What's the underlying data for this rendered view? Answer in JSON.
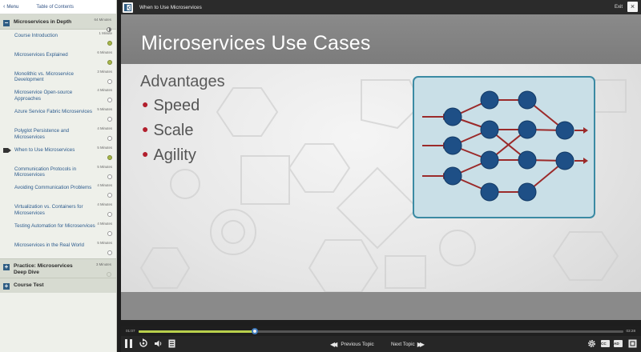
{
  "sidebar": {
    "top_links": [
      "Menu",
      "Table of Contents"
    ],
    "section": {
      "title": "Microservices in Depth",
      "minutes": "64 Minutes",
      "toggle": "−"
    },
    "topics": [
      {
        "title": "Course Introduction",
        "minutes": "1 Minute",
        "status": "done"
      },
      {
        "title": "Microservices Explained",
        "minutes": "6 Minutes",
        "status": "done"
      },
      {
        "title": "Monolithic vs. Microservice Development",
        "minutes": "3 Minutes",
        "status": "open"
      },
      {
        "title": "Microservice Open-source Approaches",
        "minutes": "4 Minutes",
        "status": "open"
      },
      {
        "title": "Azure Service Fabric Microservices",
        "minutes": "5 Minutes",
        "status": "open"
      },
      {
        "title": "Polyglot Persistence and Microservices",
        "minutes": "4 Minutes",
        "status": "open"
      },
      {
        "title": "When to Use Microservices",
        "minutes": "5 Minutes",
        "status": "done",
        "active": true
      },
      {
        "title": "Communication Protocols in Microservices",
        "minutes": "5 Minutes",
        "status": "open"
      },
      {
        "title": "Avoiding Communication Problems",
        "minutes": "4 Minutes",
        "status": "open"
      },
      {
        "title": "Virtualization vs. Containers for Microservices",
        "minutes": "4 Minutes",
        "status": "open"
      },
      {
        "title": "Testing Automation for Microservices",
        "minutes": "4 Minutes",
        "status": "open"
      },
      {
        "title": "Microservices in the Real World",
        "minutes": "5 Minutes",
        "status": "open"
      }
    ],
    "practice": {
      "title": "Practice: Microservices Deep Dive",
      "minutes": "3 Minutes",
      "toggle": "+"
    },
    "course_test": {
      "title": "Course Test",
      "toggle": "+"
    }
  },
  "header": {
    "title": "When to Use Microservices",
    "exit_label": "Exit",
    "exit_symbol": "×"
  },
  "slide": {
    "title": "Microservices Use Cases",
    "heading": "Advantages",
    "bullets": [
      "Speed",
      "Scale",
      "Agility"
    ],
    "accent_red": "#b21f2d",
    "node_color": "#1e4f86",
    "diagram_bg": "#c9dfe7"
  },
  "player": {
    "current_time": "01:07",
    "total_time": "03:28",
    "progress": 0.24,
    "prev_label": "Previous Topic",
    "next_label": "Next Topic",
    "cc_label": "CC",
    "ad_label": "AD",
    "progress_color": "#b9d14c"
  }
}
